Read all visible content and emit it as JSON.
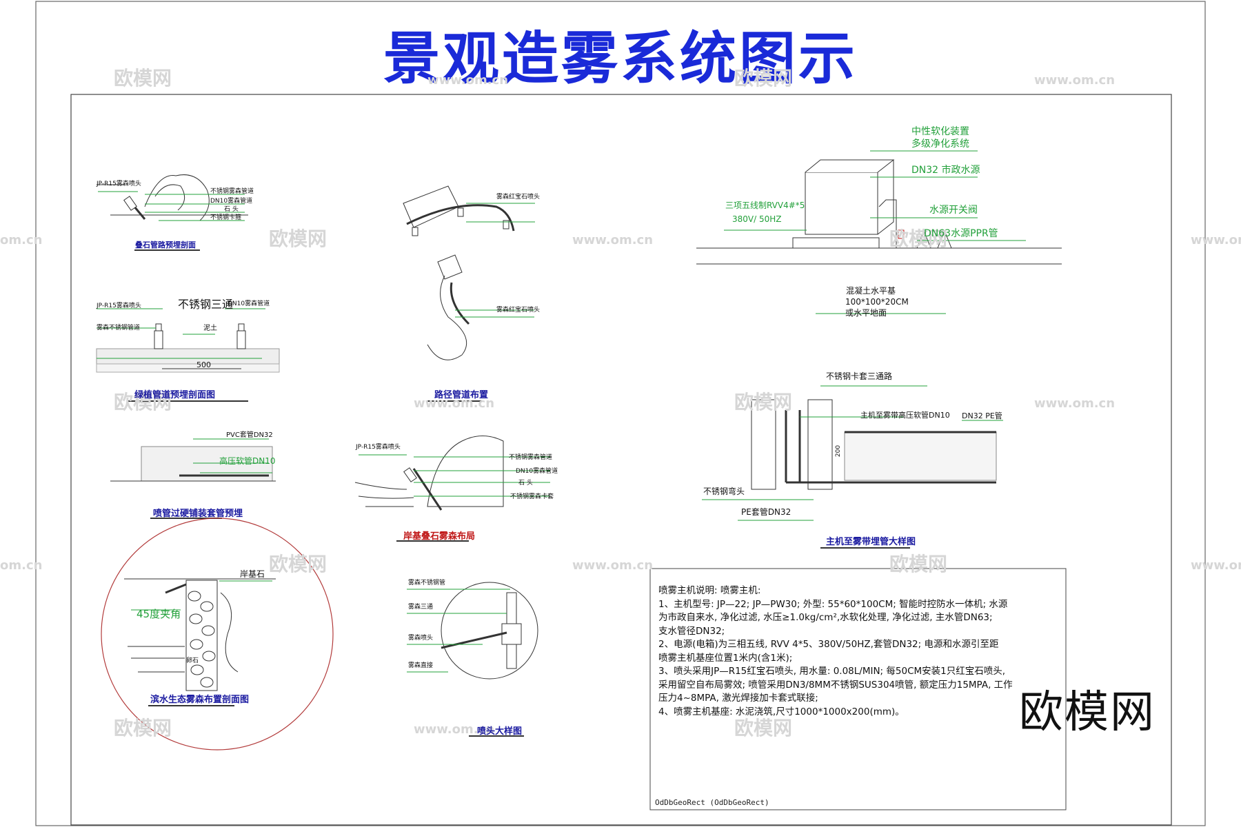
{
  "title": "景观造雾系统图示",
  "captions": {
    "rock_pipe": "叠石管路预埋剖面",
    "green_pipe": "绿植管道预埋剖面图",
    "path_layout": "路径管道布置",
    "hard_paving": "喷管过硬铺装套管预埋",
    "shore_rock": "岸基叠石雾森布局",
    "waterside": "滨水生态雾森布置剖面图",
    "nozzle_detail": "喷头大样图",
    "host_pipe": "主机至雾带埋管大样图"
  },
  "labels": {
    "rock_nozzle": "JP-R15雾森喷头",
    "rock_pipe1": "不锈钢雾森管道",
    "rock_pipe2": "DN10雾森管道",
    "rock_stone": "石  头",
    "rock_clamp": "不锈钢卡箍",
    "green_nozzle": "JP-R15雾森喷头",
    "green_tee": "不锈钢三通",
    "green_dn10": "DN10雾森管道",
    "green_pipe": "雾森不锈钢管道",
    "green_soil": "泥土",
    "green_dim": "500",
    "path_red1": "雾森红宝石喷头",
    "path_red2": "雾森红宝石喷头",
    "pvc_sleeve": "PVC套管DN32",
    "hp_hose": "高压软管DN10",
    "shore_nozzle": "JP-R15雾森喷头",
    "shore_pipe": "不锈钢雾森管道",
    "shore_dn10": "DN10雾森管道",
    "shore_stone": "石  头",
    "shore_clamp": "不锈钢雾森卡套",
    "water_stone": "岸基石",
    "water_clamp": "45度夹角",
    "water_gravel": "卵石",
    "nz_pipe": "雾森不锈钢管",
    "nz_tee": "雾森三通",
    "nz_head": "雾森喷头",
    "nz_joint": "雾森直接",
    "softener": "中性软化装置",
    "purify": "多级净化系统",
    "city_water": "DN32 市政水源",
    "power": "三项五线制RVV4#*5",
    "voltage": "380V/ 50HZ",
    "valve": "水源开关阀",
    "ppr": "DN63水源PPR管",
    "base1": "混凝土水平基",
    "base2": "100*100*20CM",
    "base3": "或水平地面",
    "tee3": "不锈钢卡套三通路",
    "host_hose": "主机至雾带高压软管DN10",
    "pe_pipe": "DN32 PE管",
    "elbow": "不锈钢弯头",
    "pe_sleeve": "PE套管DN32",
    "dim200": "200"
  },
  "notes": [
    "喷雾主机说明: 喷雾主机:",
    "1、主机型号: JP—22; JP—PW30; 外型: 55*60*100CM; 智能时控防水一体机; 水源",
    "为市政自来水, 净化过滤, 水压≥1.0kg/cm²,水软化处理, 净化过滤, 主水管DN63;",
    "支水管径DN32;",
    "2、电源(电箱)为三相五线, RVV 4*5、380V/50HZ,套管DN32; 电源和水源引至距",
    "喷雾主机基座位置1米内(含1米);",
    "3、喷头采用JP—R15红宝石喷头, 用水量: 0.08L/MIN; 每50CM安装1只红宝石喷头,",
    "采用留空自布局雾效; 喷管采用DN3/8MM不锈钢SUS304喷管, 额定压力15MPA, 工作",
    "压力4~8MPA, 激光焊接加卡套式联接;",
    "",
    "4、喷雾主机基座: 水泥浇筑,尺寸1000*1000x200(mm)。"
  ],
  "footer": "OdDbGeoRect (OdDbGeoRect)",
  "watermark": {
    "brand": "欧模网",
    "url": "www.om.cn",
    "url_cut": "om.cn"
  },
  "colors": {
    "title": "#1a2ad8",
    "caption": "#1a1aa0",
    "caption_red": "#c01818",
    "green": "#22a03a",
    "watermark": "#d6d6d6"
  }
}
